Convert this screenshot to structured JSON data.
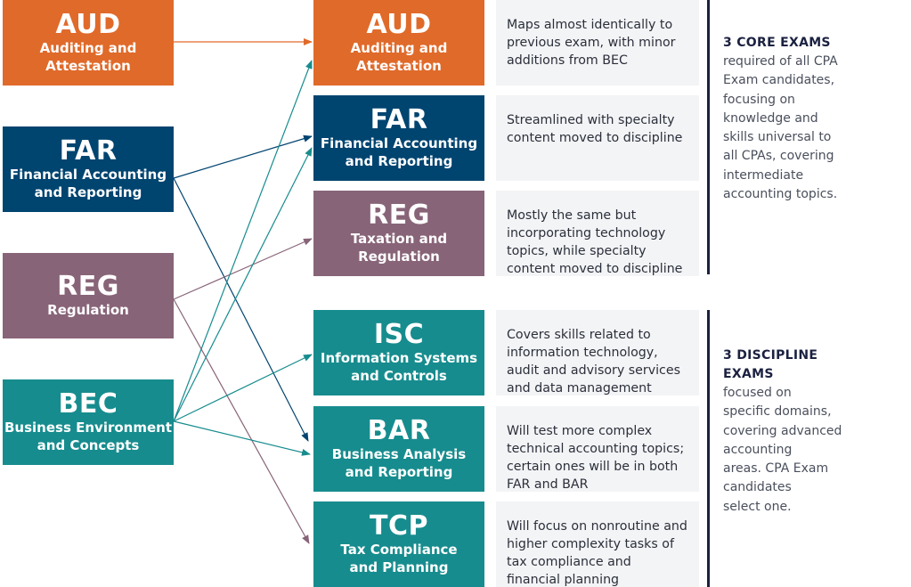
{
  "old_exams": [
    {
      "code": "AUD",
      "name": "Auditing and\nAttestation"
    },
    {
      "code": "FAR",
      "name": "Financial Accounting\nand Reporting"
    },
    {
      "code": "REG",
      "name": "Regulation"
    },
    {
      "code": "BEC",
      "name": "Business Environment\nand Concepts"
    }
  ],
  "new_exams": [
    {
      "code": "AUD",
      "name": "Auditing and\nAttestation",
      "description": "Maps almost identically to previous exam, with minor additions from BEC"
    },
    {
      "code": "FAR",
      "name": "Financial Accounting\nand Reporting",
      "description": "Streamlined with specialty content moved to discipline"
    },
    {
      "code": "REG",
      "name": "Taxation and\nRegulation",
      "description": "Mostly the same but incorporating technology topics, while specialty content moved to discipline"
    },
    {
      "code": "ISC",
      "name": "Information Systems\nand Controls",
      "description": "Covers skills related to information technology, audit and advisory services and data management"
    },
    {
      "code": "BAR",
      "name": "Business Analysis\nand Reporting",
      "description": "Will test more complex technical accounting topics; certain ones will be in both FAR and BAR"
    },
    {
      "code": "TCP",
      "name": "Tax Compliance\nand Planning",
      "description": "Will focus on nonroutine and higher complexity tasks of tax compliance and financial planning"
    }
  ],
  "core": {
    "heading": "3 CORE EXAMS",
    "text": "required of all CPA\nExam candidates,\nfocusing on\nknowledge and\nskills universal to\nall CPAs, covering\nintermediate\naccounting topics."
  },
  "discipline": {
    "heading": "3 DISCIPLINE\nEXAMS",
    "text": "focused on\nspecific domains,\ncovering advanced\naccounting\nareas. CPA Exam\ncandidates\nselect one."
  },
  "colors": {
    "orange": "#e06a2a",
    "navy": "#004470",
    "mauve": "#886478",
    "teal": "#178c8e",
    "dark": "#1b2140"
  },
  "mappings": [
    {
      "from": "AUD",
      "to": "AUD",
      "color": "orange"
    },
    {
      "from": "FAR",
      "to": "FAR",
      "color": "navy"
    },
    {
      "from": "FAR",
      "to": "BAR",
      "color": "navy"
    },
    {
      "from": "REG",
      "to": "REG",
      "color": "mauve"
    },
    {
      "from": "REG",
      "to": "TCP",
      "color": "mauve"
    },
    {
      "from": "BEC",
      "to": "AUD",
      "color": "teal"
    },
    {
      "from": "BEC",
      "to": "FAR",
      "color": "teal"
    },
    {
      "from": "BEC",
      "to": "ISC",
      "color": "teal"
    },
    {
      "from": "BEC",
      "to": "BAR",
      "color": "teal"
    }
  ]
}
